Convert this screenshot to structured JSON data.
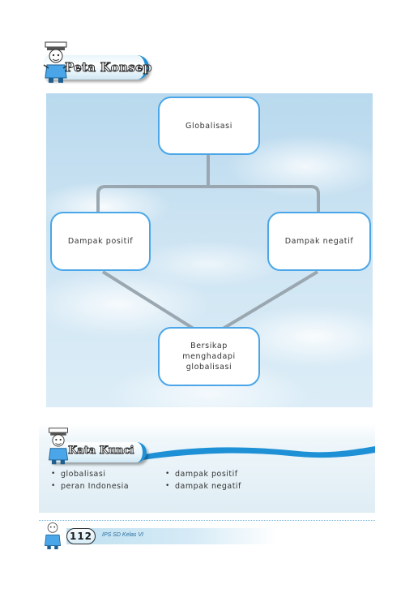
{
  "header": {
    "title": "Peta Konsep"
  },
  "concept_map": {
    "top": "Globalisasi",
    "left": "Dampak positif",
    "right": "Dampak negatif",
    "bottom_line1": "Bersikap menghadapi",
    "bottom_line2": "globalisasi"
  },
  "keywords": {
    "title": "Kata Kunci",
    "bullet": "•",
    "left_col": [
      "globalisasi",
      "peran Indonesia"
    ],
    "right_col": [
      "dampak positif",
      "dampak negatif"
    ]
  },
  "footer": {
    "page_number": "112",
    "book_title": "IPS SD Kelas VI"
  },
  "colors": {
    "accent": "#1e90d6",
    "node_border": "#4aa6e8",
    "connector": "#9aa7b0"
  }
}
